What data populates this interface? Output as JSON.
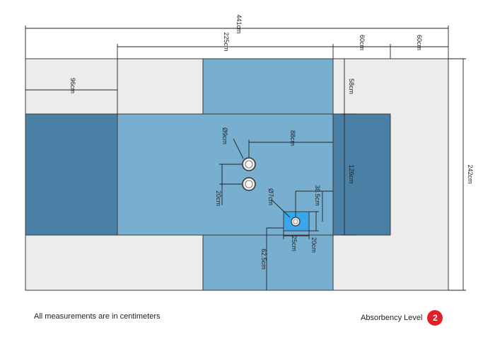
{
  "colors": {
    "light_zone": "#ececec",
    "mid_zone": "#78aed0",
    "dark_zone": "#4a80a6",
    "drain_zone": "#3aa6e8",
    "zone_outline": "#3a3a3a",
    "dimension_line": "#222222",
    "badge": "#e0202a"
  },
  "dimensions": {
    "total_width": "441cm",
    "center_width": "225cm",
    "right_width_a": "60cm",
    "right_width_b": "60cm",
    "left_width": "96cm",
    "top_depth": "58cm",
    "total_height": "242cm",
    "center_height": "126cm",
    "hole_diameter": "Ø9cm",
    "hole_offset": "88cm",
    "hole_spacing": "20cm",
    "drain_diameter": "Ø7cm",
    "drain_top_offset": "38.5cm",
    "drain_width": "25cm",
    "drain_height": "20cm",
    "drain_bottom_offset": "62.5cm"
  },
  "footer": {
    "note": "All measurements are in centimeters",
    "absorbency_label": "Absorbency Level",
    "absorbency_value": "2"
  },
  "icons": {
    "tap_hole": "circle-hole-icon",
    "drain": "drain-hole-icon"
  }
}
